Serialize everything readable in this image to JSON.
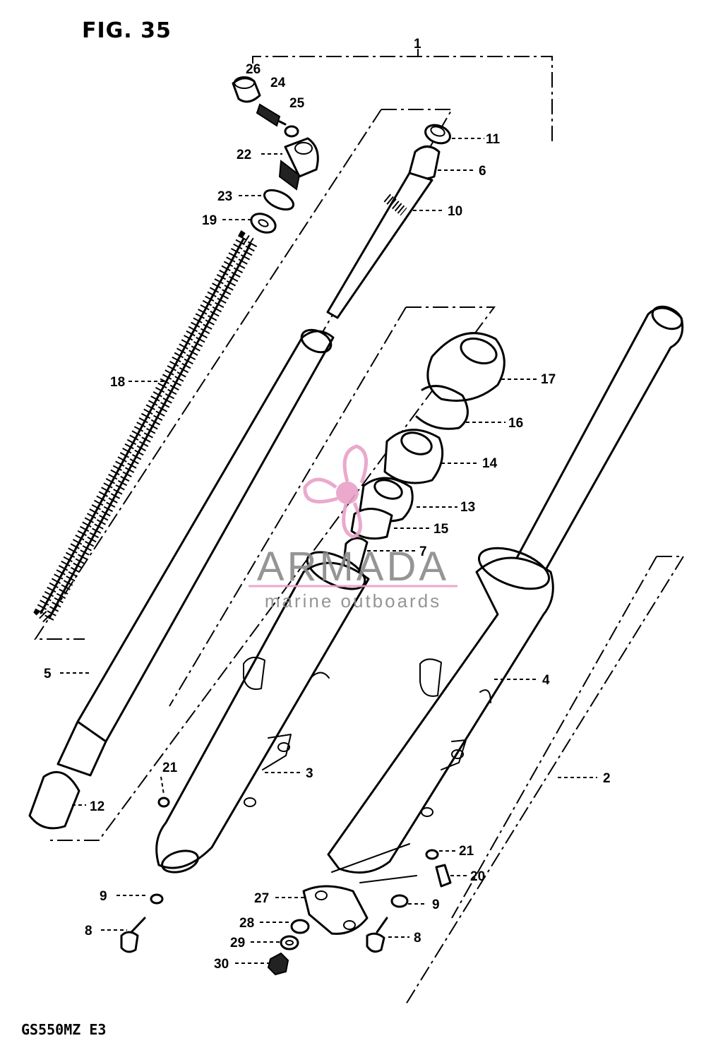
{
  "figure": {
    "title": "FIG. 35",
    "model_code": "GS550MZ E3"
  },
  "watermark": {
    "brand": "ARMADA",
    "tagline": "marine outboards",
    "logo_icon": "propeller-logo-icon",
    "logo_color": "#e8a0c8",
    "text_color": "#8a8a8a"
  },
  "callouts": [
    {
      "id": "c1",
      "label": "1"
    },
    {
      "id": "c2",
      "label": "2"
    },
    {
      "id": "c3",
      "label": "3"
    },
    {
      "id": "c4",
      "label": "4"
    },
    {
      "id": "c5",
      "label": "5"
    },
    {
      "id": "c6",
      "label": "6"
    },
    {
      "id": "c7",
      "label": "7"
    },
    {
      "id": "c8a",
      "label": "8"
    },
    {
      "id": "c8b",
      "label": "8"
    },
    {
      "id": "c9a",
      "label": "9"
    },
    {
      "id": "c9b",
      "label": "9"
    },
    {
      "id": "c10",
      "label": "10"
    },
    {
      "id": "c11",
      "label": "11"
    },
    {
      "id": "c12",
      "label": "12"
    },
    {
      "id": "c13",
      "label": "13"
    },
    {
      "id": "c14",
      "label": "14"
    },
    {
      "id": "c15",
      "label": "15"
    },
    {
      "id": "c16",
      "label": "16"
    },
    {
      "id": "c17",
      "label": "17"
    },
    {
      "id": "c18",
      "label": "18"
    },
    {
      "id": "c19",
      "label": "19"
    },
    {
      "id": "c20",
      "label": "20"
    },
    {
      "id": "c21a",
      "label": "21"
    },
    {
      "id": "c21b",
      "label": "21"
    },
    {
      "id": "c22",
      "label": "22"
    },
    {
      "id": "c23",
      "label": "23"
    },
    {
      "id": "c24",
      "label": "24"
    },
    {
      "id": "c25",
      "label": "25"
    },
    {
      "id": "c26",
      "label": "26"
    },
    {
      "id": "c27",
      "label": "27"
    },
    {
      "id": "c28",
      "label": "28"
    },
    {
      "id": "c29",
      "label": "29"
    },
    {
      "id": "c30",
      "label": "30"
    }
  ]
}
